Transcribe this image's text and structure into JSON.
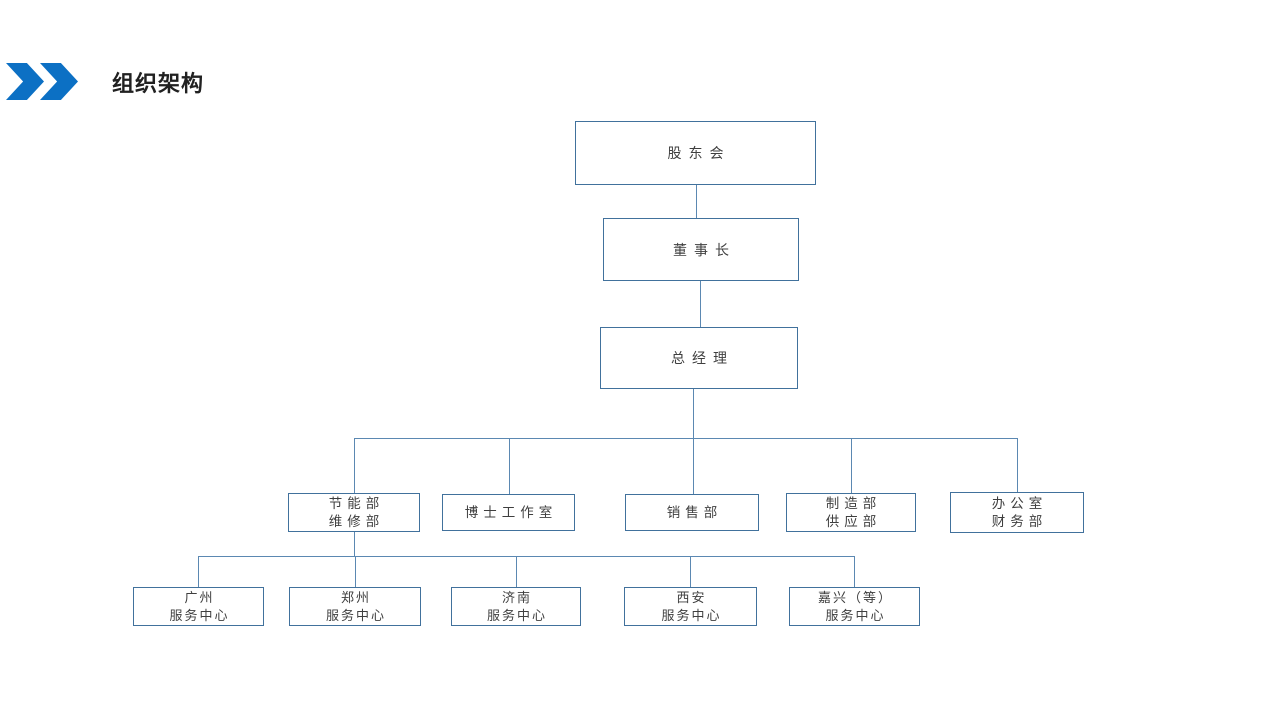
{
  "slide": {
    "title": "组织架构",
    "colors": {
      "accent": "#0c70c4",
      "box_border": "#41719c",
      "connector": "#5b88b2",
      "text": "#3f3f3f"
    }
  },
  "org": {
    "shareholders": {
      "label": "股东会"
    },
    "chairman": {
      "label": "董事长"
    },
    "general_manager": {
      "label": "总经理"
    },
    "departments": [
      {
        "lines": [
          "节能部",
          "维修部"
        ]
      },
      {
        "lines": [
          "博士工作室"
        ]
      },
      {
        "lines": [
          "销售部"
        ]
      },
      {
        "lines": [
          "制造部",
          "供应部"
        ]
      },
      {
        "lines": [
          "办公室",
          "财务部"
        ]
      }
    ],
    "service_centers": [
      {
        "lines": [
          "广州",
          "服务中心"
        ]
      },
      {
        "lines": [
          "郑州",
          "服务中心"
        ]
      },
      {
        "lines": [
          "济南",
          "服务中心"
        ]
      },
      {
        "lines": [
          "西安",
          "服务中心"
        ]
      },
      {
        "lines": [
          "嘉兴（等）",
          "服务中心"
        ]
      }
    ]
  }
}
